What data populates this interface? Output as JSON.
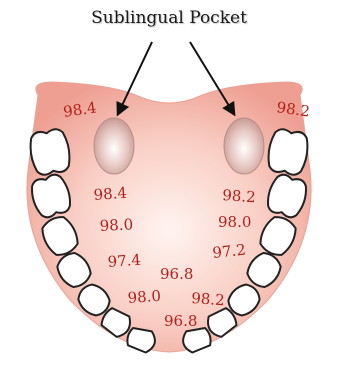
{
  "title": "Sublingual Pocket",
  "temperatures": {
    "left_pocket": "98.4",
    "right_pocket": "98.2",
    "left_row1": "98.4",
    "right_row1": "98.2",
    "left_row2": "98.0",
    "right_row2": "98.0",
    "left_row3": "97.4",
    "right_row3": "97.2",
    "center_upper": "96.8",
    "left_row4": "98.0",
    "right_row4": "98.2",
    "center_lower": "96.8"
  },
  "colors": {
    "tongue": "#f4b3a7",
    "tongue_center": "#fde8e2",
    "pocket": "#d4a9a3",
    "teeth_stroke": "#222222",
    "temperature_text": "#b3201b"
  }
}
